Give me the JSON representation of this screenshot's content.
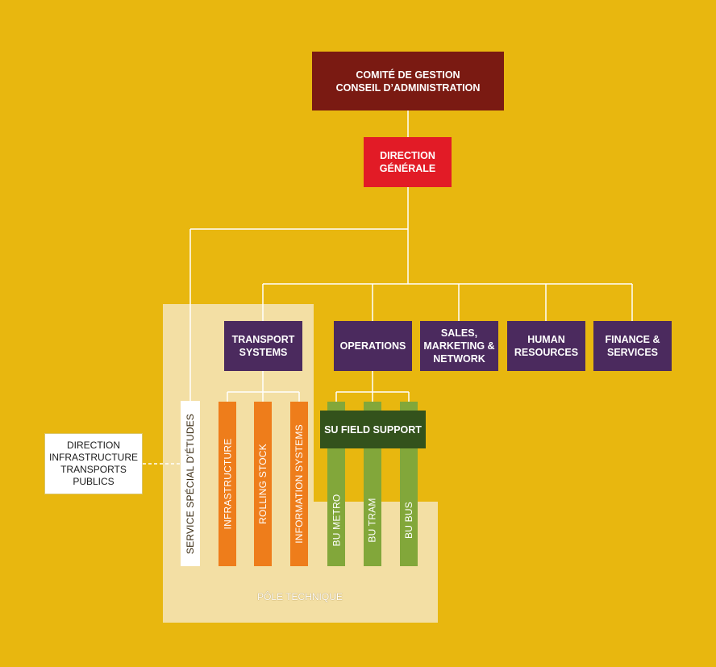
{
  "chart": {
    "committee": "COMITÉ DE GESTION\nCONSEIL D’ADMINISTRATION",
    "direction_generale": "DIRECTION\nGÉNÉRALE",
    "departments": [
      "TRANSPORT\nSYSTEMS",
      "OPERATIONS",
      "SALES,\nMARKETING &\nNETWORK",
      "HUMAN\nRESOURCES",
      "FINANCE &\nSERVICES"
    ],
    "service_etudes": "SERVICE SPÉCIAL D’ÉTUDES",
    "transport_units": [
      "INFRASTRUCTURE",
      "ROLLING STOCK",
      "INFORMATION SYSTEMS"
    ],
    "field_support": "SU FIELD SUPPORT",
    "business_units": [
      "BU METRO",
      "BU TRAM",
      "BU BUS"
    ],
    "external_direction": "DIRECTION\nINFRASTRUCTURE\nTRANSPORTS\nPUBLICS",
    "pole_label": "PÔLE TECHNIQUE"
  },
  "colors": {
    "background": "#e8b70f",
    "pole": "#f3dfa4",
    "committee": "#7a1a12",
    "direction": "#e21b26",
    "department": "#4b2a5e",
    "field_support": "#33521c",
    "transport_unit": "#ee7d1b",
    "business_unit": "#82a73a"
  }
}
